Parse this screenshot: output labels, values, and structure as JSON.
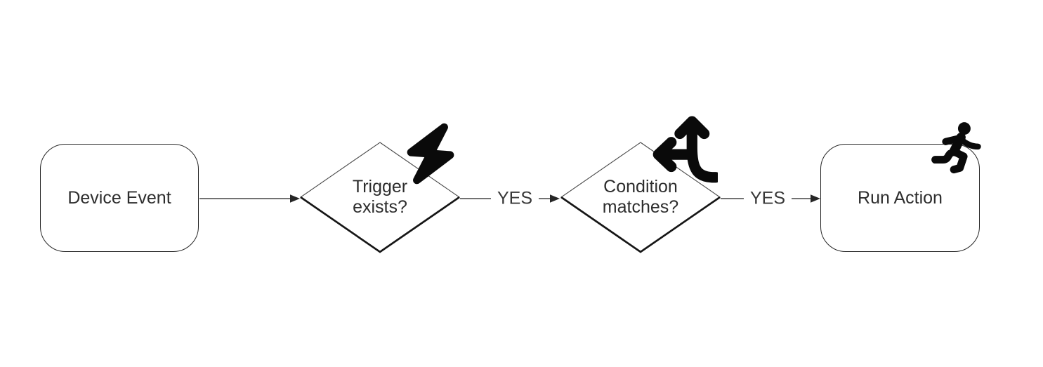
{
  "diagram": {
    "background_color": "#ffffff",
    "node_fill_color": "#ffffff",
    "node_stroke_color": "#262626",
    "connector_color": "#444444",
    "text_color": "#2d2d2d",
    "icon_color": "#0a0a0a",
    "nodes": [
      {
        "id": "device-event",
        "type": "rounded-rect",
        "label": "Device Event",
        "icon": null
      },
      {
        "id": "trigger-exists",
        "type": "decision-diamond",
        "label_line1": "Trigger",
        "label_line2": "exists?",
        "icon": "lightning-bolt-icon"
      },
      {
        "id": "condition-matches",
        "type": "decision-diamond",
        "label_line1": "Condition",
        "label_line2": "matches?",
        "icon": "split-arrows-icon"
      },
      {
        "id": "run-action",
        "type": "rounded-rect",
        "label": "Run Action",
        "icon": "running-person-icon"
      }
    ],
    "edges": [
      {
        "from": "device-event",
        "to": "trigger-exists",
        "label": ""
      },
      {
        "from": "trigger-exists",
        "to": "condition-matches",
        "label": "YES"
      },
      {
        "from": "condition-matches",
        "to": "run-action",
        "label": "YES"
      }
    ]
  }
}
